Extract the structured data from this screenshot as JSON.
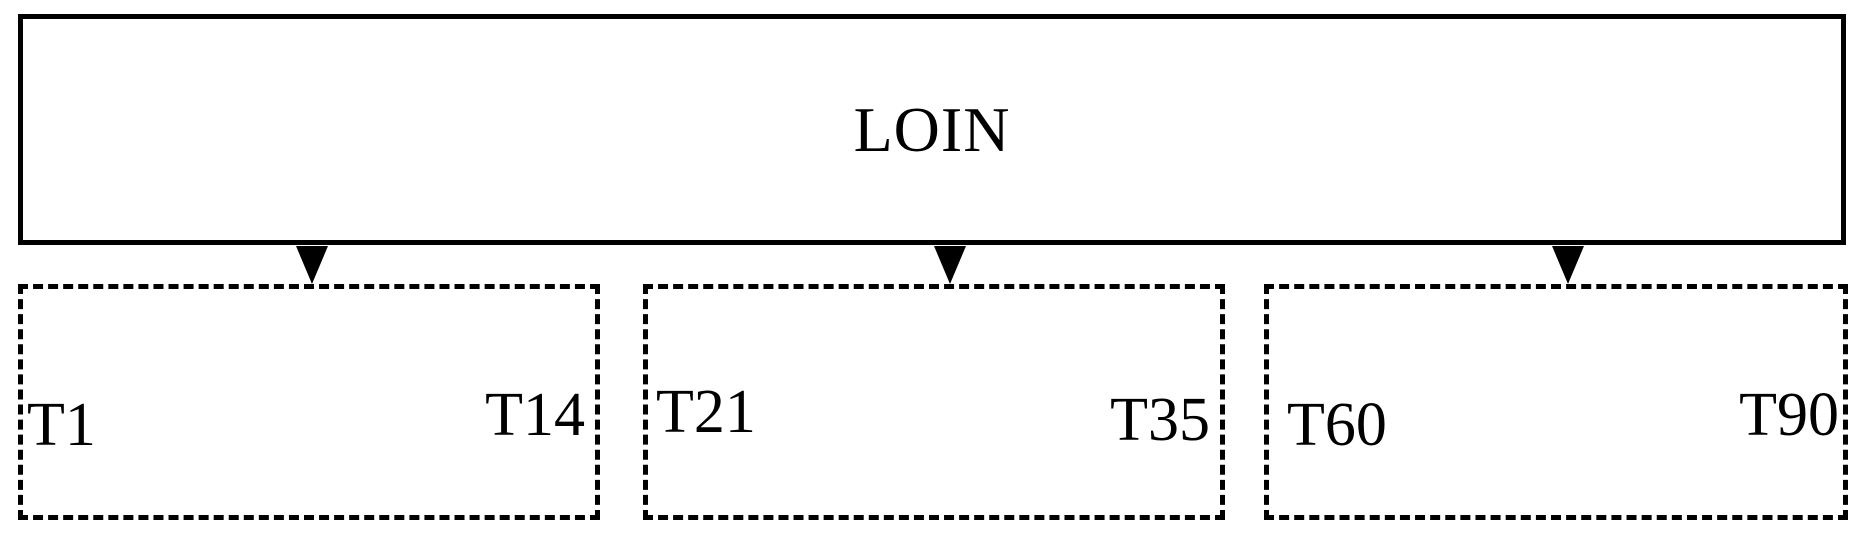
{
  "diagram": {
    "root": {
      "label": "LOIN"
    },
    "groups": [
      {
        "start": "T1",
        "end": "T14"
      },
      {
        "start": "T21",
        "end": "T35"
      },
      {
        "start": "T60",
        "end": "T90"
      }
    ]
  }
}
